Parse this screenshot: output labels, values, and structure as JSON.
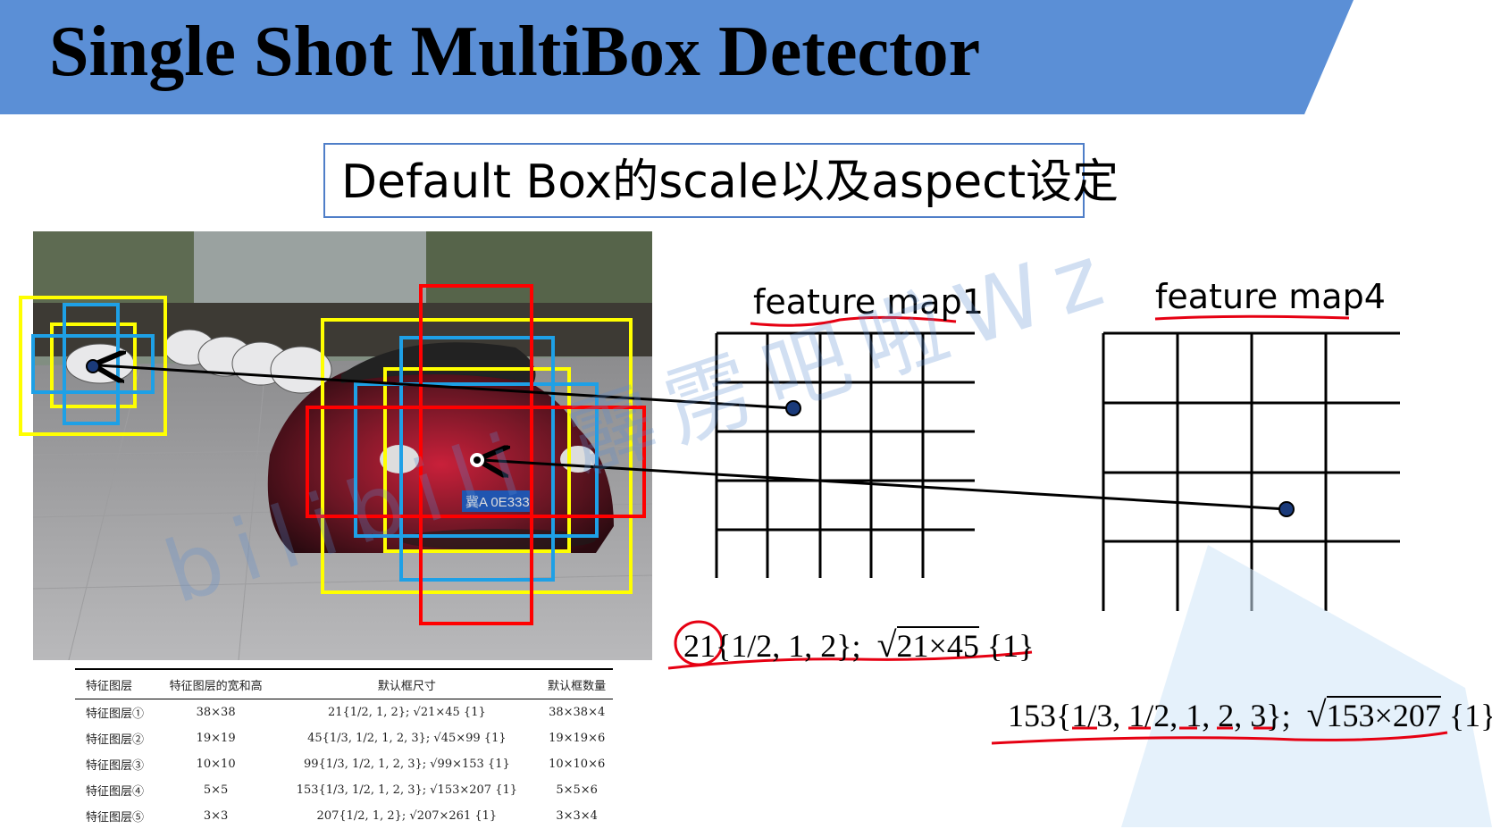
{
  "title": "Single Shot MultiBox Detector",
  "subtitle": "Default Box的scale以及aspect设定",
  "colors": {
    "banner": "#5b8fd6",
    "box_yellow": "#ffff00",
    "box_cyan": "#1ea0e6",
    "box_red": "#ff0000",
    "annot_red": "#e60012"
  },
  "feature_maps": [
    {
      "label": "feature map1",
      "grid": "6x5"
    },
    {
      "label": "feature map4",
      "grid": "4x4"
    }
  ],
  "formulas": {
    "fm1": {
      "prefix": "21",
      "ratios": "{1/2, 1, 2};",
      "sqrt": "21×45",
      "suffix": "{1}"
    },
    "fm4": {
      "prefix": "153",
      "ratios": "{1/3, 1/2, 1, 2, 3};",
      "sqrt": "153×207",
      "suffix": "{1}"
    }
  },
  "watermark": "bilibili 霹雳吧啦Wz",
  "plate_text": "冀A 0E333",
  "table": {
    "headers": [
      "特征图层",
      "特征图层的宽和高",
      "默认框尺寸",
      "默认框数量"
    ],
    "rows": [
      [
        "特征图层①",
        "38×38",
        "21{1/2, 1, 2};  √21×45 {1}",
        "38×38×4"
      ],
      [
        "特征图层②",
        "19×19",
        "45{1/3, 1/2, 1, 2, 3};  √45×99 {1}",
        "19×19×6"
      ],
      [
        "特征图层③",
        "10×10",
        "99{1/3, 1/2, 1, 2, 3};  √99×153 {1}",
        "10×10×6"
      ],
      [
        "特征图层④",
        "5×5",
        "153{1/3, 1/2, 1, 2, 3};  √153×207 {1}",
        "5×5×6"
      ],
      [
        "特征图层⑤",
        "3×3",
        "207{1/2, 1, 2};  √207×261 {1}",
        "3×3×4"
      ]
    ]
  }
}
